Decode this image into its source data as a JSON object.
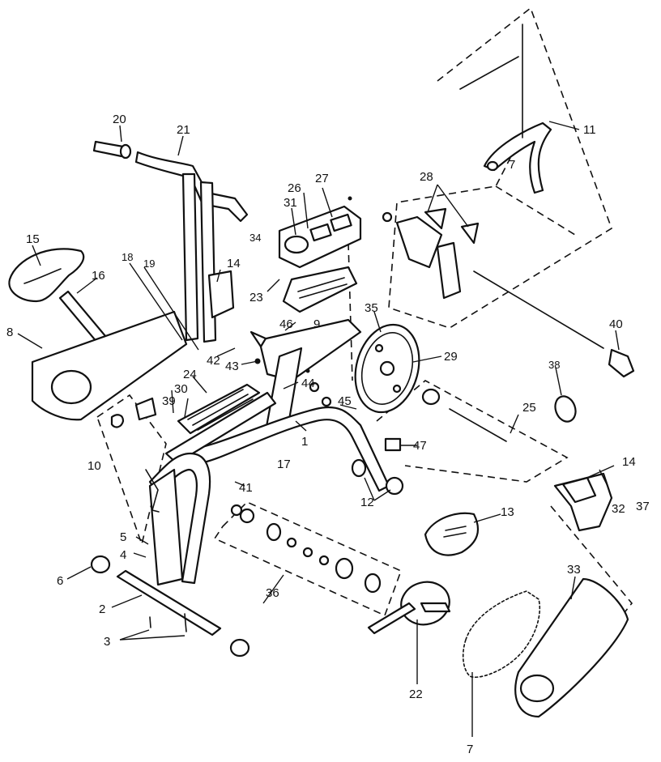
{
  "labels": {
    "p1": "1",
    "p2": "2",
    "p3": "3",
    "p4": "4",
    "p5": "5",
    "p6": "6",
    "p7a": "7",
    "p7b": "7",
    "p8": "8",
    "p9": "9",
    "p10": "10",
    "p11": "11",
    "p12": "12",
    "p13": "13",
    "p14a": "14",
    "p14b": "14",
    "p15": "15",
    "p16": "16",
    "p17": "17",
    "p18": "18",
    "p19": "19",
    "p20": "20",
    "p21": "21",
    "p22": "22",
    "p23": "23",
    "p24": "24",
    "p25": "25",
    "p26": "26",
    "p27": "27",
    "p28": "28",
    "p29": "29",
    "p30": "30",
    "p31": "31",
    "p32": "32",
    "p33": "33",
    "p34": "34",
    "p35": "35",
    "p36": "36",
    "p37": "37",
    "p38": "38",
    "p39": "39",
    "p40": "40",
    "p41": "41",
    "p42": "42",
    "p43": "43",
    "p44": "44",
    "p45": "45",
    "p46": "46",
    "p47": "47"
  }
}
